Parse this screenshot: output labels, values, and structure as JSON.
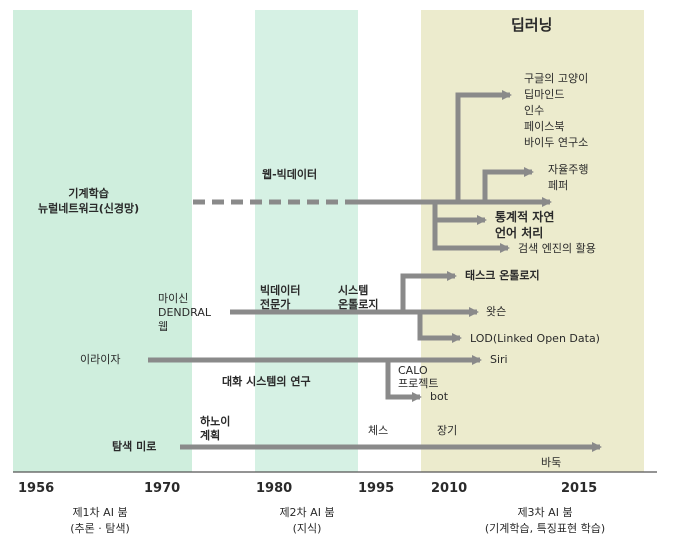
{
  "colors": {
    "band1": "#cfeedd",
    "band2": "#d6f1e4",
    "band3": "#ecebcd",
    "arrow": "#8a8a8a",
    "text": "#2a2a2a"
  },
  "bands": {
    "deep_learning_title": "딥러닝"
  },
  "axis": {
    "years": [
      "1956",
      "1970",
      "1980",
      "1995",
      "2010",
      "2015"
    ]
  },
  "booms": [
    {
      "title": "제1차 AI 붐",
      "sub": "(추론 · 탐색)"
    },
    {
      "title": "제2차 AI 붐",
      "sub": "(지식)"
    },
    {
      "title": "제3차 AI 붐",
      "sub": "(기계학습, 특징표현 학습)"
    }
  ],
  "rows": {
    "ml": {
      "origin": "기계학습\n뉴럴네트워크(신경망)",
      "web_bigdata": "웹-빅데이터",
      "google": "구글의 고양이\n딥마인드\n인수\n페이스북\n바이두 연구소",
      "autonomous": "자율주행\n페퍼",
      "nlp": "통계적 자연\n언어 처리",
      "search": "검색 엔진의 활용"
    },
    "knowledge": {
      "origin": "마이신\nDENDRAL\n웹",
      "bigdata_expert": "빅데이터\n전문가",
      "system_ontology": "시스템\n온톨로지",
      "task_ontology": "태스크 온톨로지",
      "watson": "왓슨",
      "lod": "LOD(Linked Open Data)"
    },
    "dialog": {
      "origin": "이라이자",
      "research": "대화 시스템의 연구",
      "siri": "Siri",
      "calo": "CALO\n프로젝트",
      "bot": "bot"
    },
    "search": {
      "hanoi": "하노이\n계획",
      "origin": "탐색 미로",
      "chess": "체스",
      "shogi": "장기",
      "go": "바둑"
    }
  }
}
